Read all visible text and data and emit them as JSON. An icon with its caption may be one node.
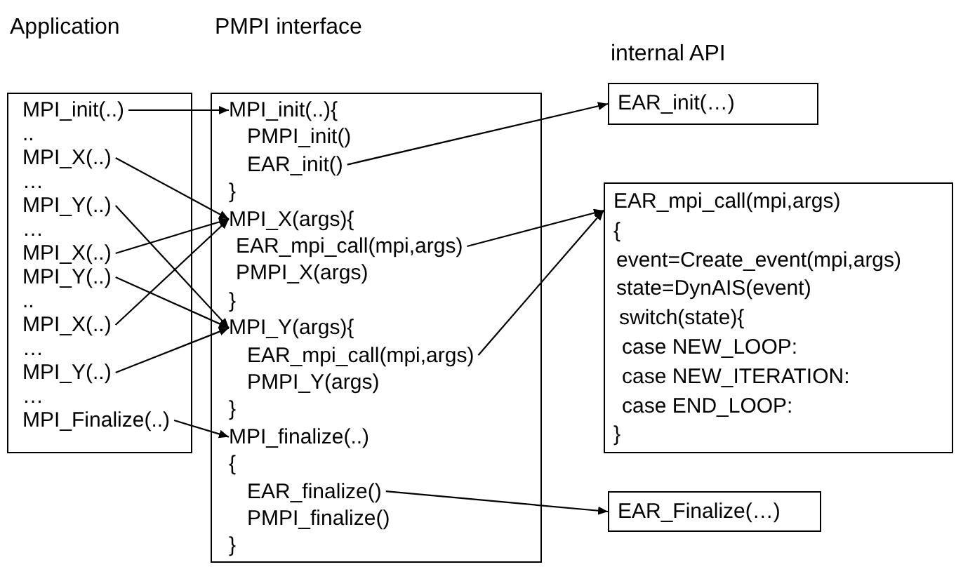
{
  "diagram": {
    "nodes": [
      {
        "text": [
          "Application"
        ]
      },
      {
        "text": [
          "MPI_init(..)"
        ],
        "in": 0
      },
      {
        "text": [
          "MPI_X(..)"
        ],
        "in": 0
      },
      {
        "text": [
          "MPI_Y(..)"
        ],
        "in": 0
      },
      {
        "text": [
          "MPI_X(..)"
        ],
        "in": 0
      },
      {
        "text": [
          "MPI_Y(..)"
        ],
        "in": 0
      },
      {
        "text": [
          "MPI_X(..)"
        ],
        "in": 0
      },
      {
        "text": [
          "MPI_Y(..)"
        ],
        "in": 0
      },
      {
        "text": [
          "MPI_Finalize(..)"
        ],
        "in": 0
      },
      {
        "text": [
          "PMPI interface"
        ]
      },
      {
        "text": [
          "MPI_init(..){"
        ],
        "in": 9
      },
      {
        "text": [
          "EAR_init()"
        ],
        "in": 9
      },
      {
        "text": [
          "MPI_X(args){"
        ],
        "in": 9
      },
      {
        "text": [
          "EAR_mpi_call(mpi,args)"
        ],
        "in": 9
      },
      {
        "text": [
          "MPI_Y(args){"
        ],
        "in": 9
      },
      {
        "text": [
          "EAR_mpi_call(mpi,args)"
        ],
        "in": 9
      },
      {
        "text": [
          "MPI_finalize(..)"
        ],
        "in": 9
      },
      {
        "text": [
          "EAR_finalize()"
        ],
        "in": 9
      },
      {
        "text": [
          "EAR_init(…)"
        ]
      },
      {
        "text": [
          "EAR_mpi_call(mpi,args)",
          "{",
          "event=Create_event(mpi,args)",
          "state=DynAIS(event)",
          "switch(state){",
          "case NEW_LOOP:",
          "case NEW_ITERATION:",
          "case END_LOOP:",
          "}"
        ]
      },
      {
        "text": [
          "EAR_Finalize(…)"
        ]
      }
    ],
    "edges": [
      {
        "from": 1,
        "to": 10,
        "arrow": "to"
      },
      {
        "from": 2,
        "to": 12,
        "arrow": "to"
      },
      {
        "from": 3,
        "to": 14,
        "arrow": "to"
      },
      {
        "from": 4,
        "to": 12,
        "arrow": "to"
      },
      {
        "from": 5,
        "to": 14,
        "arrow": "to"
      },
      {
        "from": 6,
        "to": 12,
        "arrow": "to"
      },
      {
        "from": 7,
        "to": 14,
        "arrow": "to"
      },
      {
        "from": 8,
        "to": 16,
        "arrow": "to"
      },
      {
        "from": 11,
        "to": 18,
        "arrow": "to"
      },
      {
        "from": 13,
        "to": 19,
        "arrow": "to"
      },
      {
        "from": 15,
        "to": 19,
        "arrow": "to"
      },
      {
        "from": 17,
        "to": 20,
        "arrow": "to"
      }
    ],
    "labels": [
      "internal API",
      "..",
      "…",
      "…",
      "..",
      "…",
      "…",
      "PMPI_init()",
      "}",
      "PMPI_X(args)",
      "}",
      "PMPI_Y(args)",
      "}",
      "{",
      "PMPI_finalize()",
      "}"
    ]
  }
}
